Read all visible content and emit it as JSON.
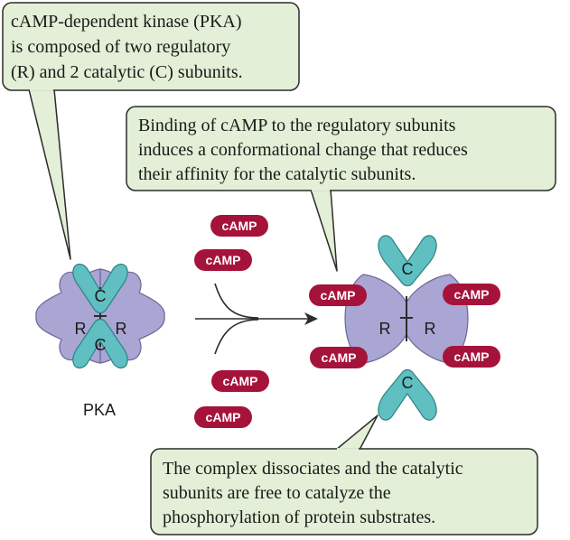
{
  "colors": {
    "callout_fill": "#e3efd6",
    "callout_stroke": "#2c2c2c",
    "regulatory": "#a9a6d4",
    "catalytic": "#5fbfc1",
    "camp": "#a6133a"
  },
  "callouts": {
    "pka_composition": {
      "lines": [
        "cAMP-dependent kinase (PKA)",
        "is composed of two regulatory",
        "(R) and 2 catalytic (C) subunits."
      ]
    },
    "camp_binding": {
      "lines": [
        "Binding of cAMP to the regulatory subunits",
        "induces a conformational change that reduces",
        "their affinity for the catalytic subunits."
      ]
    },
    "dissociation": {
      "lines": [
        "The complex dissociates and the catalytic",
        "subunits are free to catalyze the",
        "phosphorylation of protein substrates."
      ]
    }
  },
  "inactive_complex": {
    "label": "PKA",
    "regulatory_label": "R",
    "catalytic_label": "C"
  },
  "active_complex": {
    "regulatory_label": "R",
    "catalytic_label": "C"
  },
  "camp_label": "cAMP"
}
